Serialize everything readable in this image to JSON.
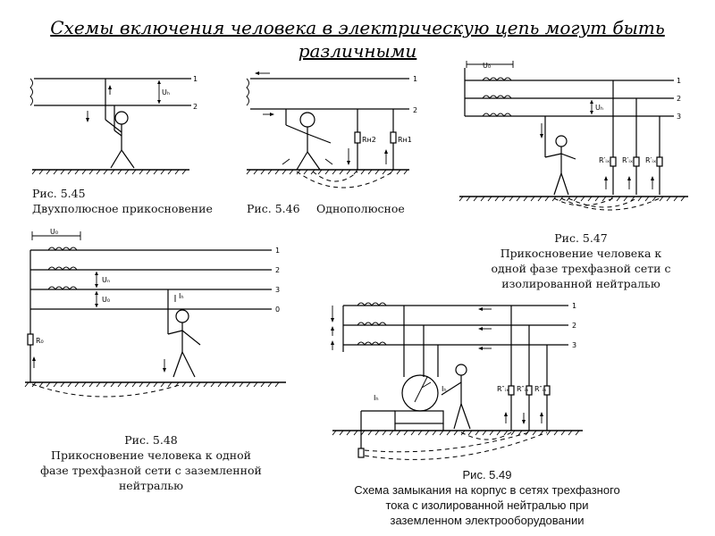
{
  "title_line1": "Схемы включения человека в электрическую цепь могут быть",
  "title_line2": "различными",
  "fig45": {
    "label": "Рис. 5.45",
    "desc": "Двухполюсное прикосновение",
    "wire1": "1",
    "wire2": "2"
  },
  "fig46": {
    "label": "Рис. 5.46",
    "desc": "Однополюсное",
    "wire1": "1",
    "wire2": "2"
  },
  "fig47": {
    "label": "Рис. 5.47",
    "desc1": "Прикосновение человека к",
    "desc2": "одной фазе трехфазной сети с",
    "desc3": "изолированной нейтралью",
    "wire1": "1",
    "wire2": "2",
    "wire3": "3"
  },
  "fig48": {
    "label": "Рис. 5.48",
    "desc1": "Прикосновение человека к одной",
    "desc2": "фазе трехфазной сети с заземленной",
    "desc3": "нейтралью",
    "wire1": "1",
    "wire2": "2",
    "wire3": "3",
    "wire0": "0"
  },
  "fig49": {
    "label": "Рис. 5.49",
    "desc1": "Схема замыкания на корпус в сетях трехфазного",
    "desc2": "тока с изолированной нейтралью при",
    "desc3": "заземленном электрооборудовании",
    "wire1": "1",
    "wire2": "2",
    "wire3": "3"
  }
}
